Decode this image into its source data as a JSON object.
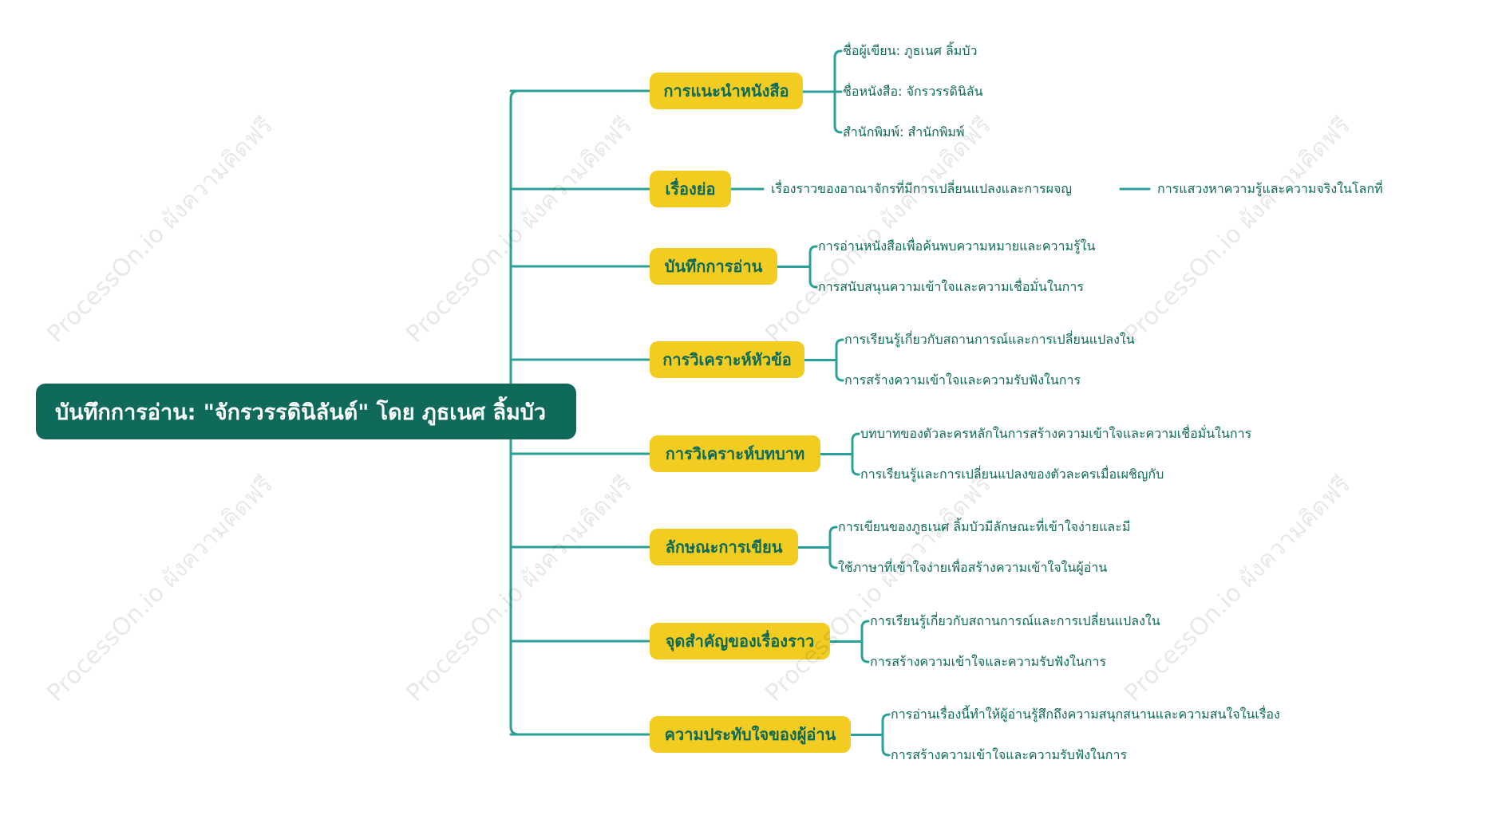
{
  "root": {
    "label": "บันทึกการอ่าน: \"จักรวรรดินิลันต์\" โดย ภูธเนศ ลิ้มบัว"
  },
  "branches": [
    {
      "label": "การแนะนำหนังสือ",
      "children": [
        "ชื่อผู้เขียน: ภูธเนศ ลิ้มบัว",
        "ชื่อหนังสือ: จักรวรรดินิลัน",
        "สำนักพิมพ์: สำนักพิมพ์"
      ]
    },
    {
      "label": "เรื่องย่อ",
      "children": [
        "เรื่องราวของอาณาจักรที่มีการเปลี่ยนแปลงและการผจญ"
      ],
      "grandchild": "การแสวงหาความรู้และความจริงในโลกที่"
    },
    {
      "label": "บันทึกการอ่าน",
      "children": [
        "การอ่านหนังสือเพื่อค้นพบความหมายและความรู้ใน",
        "การสนับสนุนความเข้าใจและความเชื่อมั่นในการ"
      ]
    },
    {
      "label": "การวิเคราะห์หัวข้อ",
      "children": [
        "การเรียนรู้เกี่ยวกับสถานการณ์และการเปลี่ยนแปลงใน",
        "การสร้างความเข้าใจและความรับฟังในการ"
      ]
    },
    {
      "label": "การวิเคราะห์บทบาท",
      "children": [
        "บทบาทของตัวละครหลักในการสร้างความเข้าใจและความเชื่อมั่นในการ",
        "การเรียนรู้และการเปลี่ยนแปลงของตัวละครเมื่อเผชิญกับ"
      ]
    },
    {
      "label": "ลักษณะการเขียน",
      "children": [
        "การเขียนของภูธเนศ ลิ้มบัวมีลักษณะที่เข้าใจง่ายและมี",
        "ใช้ภาษาที่เข้าใจง่ายเพื่อสร้างความเข้าใจในผู้อ่าน"
      ]
    },
    {
      "label": "จุดสำคัญของเรื่องราว",
      "children": [
        "การเรียนรู้เกี่ยวกับสถานการณ์และการเปลี่ยนแปลงใน",
        "การสร้างความเข้าใจและความรับฟังในการ"
      ]
    },
    {
      "label": "ความประทับใจของผู้อ่าน",
      "children": [
        "การอ่านเรื่องนี้ทำให้ผู้อ่านรู้สึกถึงความสนุกสนานและความสนใจในเรื่อง",
        "การสร้างความเข้าใจและความรับฟังในการ"
      ]
    }
  ],
  "watermark": {
    "text": "ProcessOn.io ผังความคิดฟรี"
  },
  "colors": {
    "root_bg": "#106a5b",
    "branch_bg": "#f2cc21",
    "text": "#0e6a58",
    "line": "#2aa198"
  }
}
